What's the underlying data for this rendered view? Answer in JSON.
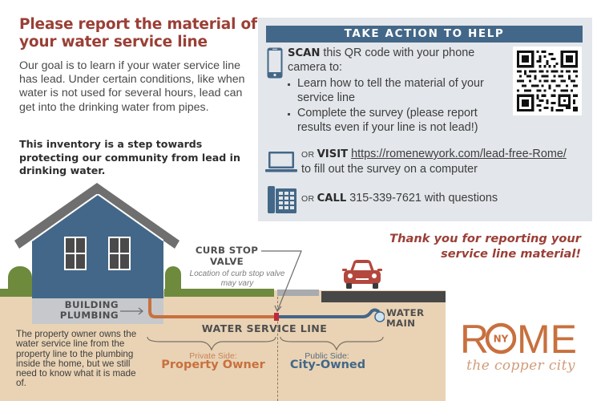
{
  "headline": {
    "title": "Please report the material of your water service line",
    "intro": "Our goal is to learn if your water service line has lead. Under certain conditions, like when water is not used for several hours, lead can get into the drinking water from pipes.",
    "statement": "This inventory is a step towards protecting our community from lead in drinking water."
  },
  "action_panel": {
    "header": "TAKE ACTION TO HELP",
    "scan": {
      "icon": "smartphone-icon",
      "lead": "SCAN",
      "text": " this QR code with your phone camera to:",
      "bullets": [
        "Learn how to tell the material of your service line",
        "Complete the survey (please report results even if your line is not lead!)"
      ],
      "qr_icon": "qr-code"
    },
    "visit": {
      "icon": "laptop-icon",
      "prefix": "OR ",
      "lead": "VISIT",
      "url": "https://romenewyork.com/lead-free-Rome/",
      "text": "to fill out the survey on a computer"
    },
    "call": {
      "icon": "desk-phone-icon",
      "prefix": "OR ",
      "lead": "CALL",
      "text": " 315-339-7621 with questions"
    }
  },
  "thanks": "Thank you for reporting your service line material!",
  "diagram": {
    "building_plumbing": "BUILDING PLUMBING",
    "curb_stop": "CURB STOP VALVE",
    "curb_note": "Location of curb stop valve may vary",
    "water_main": "WATER MAIN",
    "service_line": "WATER SERVICE LINE",
    "private_label": "Private Side:",
    "private_owner": "Property Owner",
    "public_label": "Public Side:",
    "public_owner": "City-Owned",
    "owner_note": "The property owner owns the water service line from the property line to the plumbing inside the home, but we still need to know what it is made of.",
    "colors": {
      "house": "#436788",
      "roof": "#6f6f6f",
      "ground": "#e9d3b4",
      "grass": "#6d8a3d",
      "private_pipe": "#c8703e",
      "public_pipe": "#436788",
      "road": "#474747",
      "car": "#b4473d"
    }
  },
  "logo": {
    "word_left": "R",
    "badge": "NY",
    "word_right": "ME",
    "tagline": "the copper city",
    "color": "#c8703e"
  }
}
